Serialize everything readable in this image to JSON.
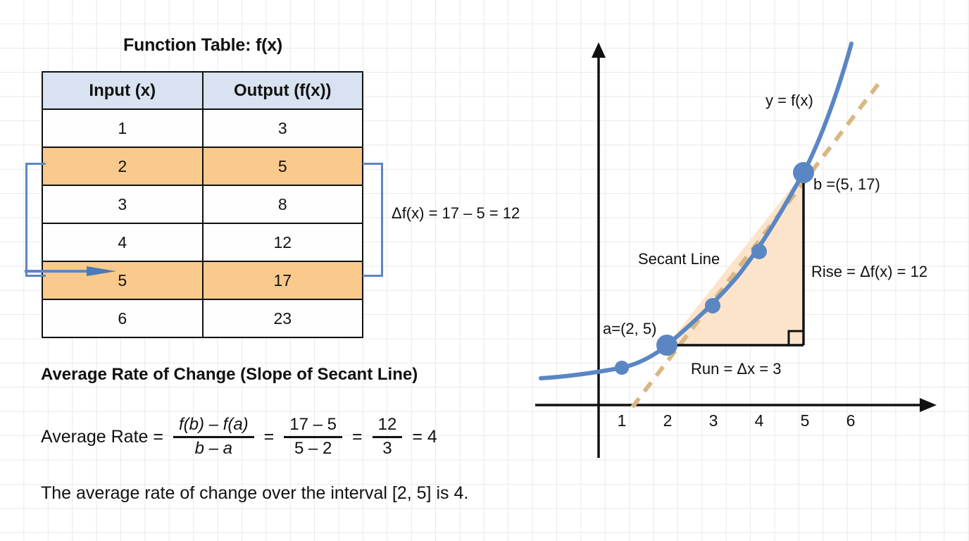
{
  "table": {
    "title": "Function Table: f(x)",
    "headers": [
      "Input (x)",
      "Output (f(x))"
    ],
    "rows": [
      {
        "x": "1",
        "fx": "3",
        "highlight": false
      },
      {
        "x": "2",
        "fx": "5",
        "highlight": true
      },
      {
        "x": "3",
        "fx": "8",
        "highlight": false
      },
      {
        "x": "4",
        "fx": "12",
        "highlight": false
      },
      {
        "x": "5",
        "fx": "17",
        "highlight": true
      },
      {
        "x": "6",
        "fx": "23",
        "highlight": false
      }
    ],
    "delta_annotation": "Δf(x) = 17 – 5 = 12"
  },
  "formula": {
    "heading": "Average Rate of Change (Slope of Secant Line)",
    "lead": "Average Rate =",
    "frac1_num": "f(b) – f(a)",
    "frac1_den": "b – a",
    "eq1": "=",
    "frac2_num": "17 – 5",
    "frac2_den": "5 – 2",
    "eq2": "=",
    "frac3_num": "12",
    "frac3_den": "3",
    "eq3": "= 4",
    "conclusion": "The average rate of change over the interval [2, 5] is 4."
  },
  "graph": {
    "curve_label": "y = f(x)",
    "secant_label": "Secant Line",
    "point_a_label": "a=(2, 5)",
    "point_b_label": "b =(5, 17)",
    "rise_label": "Rise = Δf(x) = 12",
    "run_label": "Run = Δx = 3",
    "x_ticks": [
      "1",
      "2",
      "3",
      "4",
      "5",
      "6"
    ]
  },
  "colors": {
    "curve": "#5b86c4",
    "secant": "#d9b782",
    "highlight_row": "#fac98c",
    "header_row": "#d8e2f0",
    "bracket": "#5b86c4",
    "fill": "#fce3c8",
    "axis": "#111111"
  },
  "chart_data": {
    "type": "line",
    "title": "y = f(x) with secant line through a=(2,5) and b=(5,17)",
    "x": [
      1,
      2,
      3,
      4,
      5,
      6
    ],
    "series": [
      {
        "name": "f(x)",
        "values": [
          3,
          5,
          8,
          12,
          17,
          23
        ]
      }
    ],
    "annotations": {
      "point_a": [
        2,
        5
      ],
      "point_b": [
        5,
        17
      ],
      "rise": 12,
      "run": 3,
      "average_rate_of_change": 4,
      "interval": [
        2,
        5
      ]
    },
    "xlabel": "",
    "ylabel": "",
    "xlim": [
      0,
      7
    ],
    "grid": true,
    "legend": "none"
  }
}
